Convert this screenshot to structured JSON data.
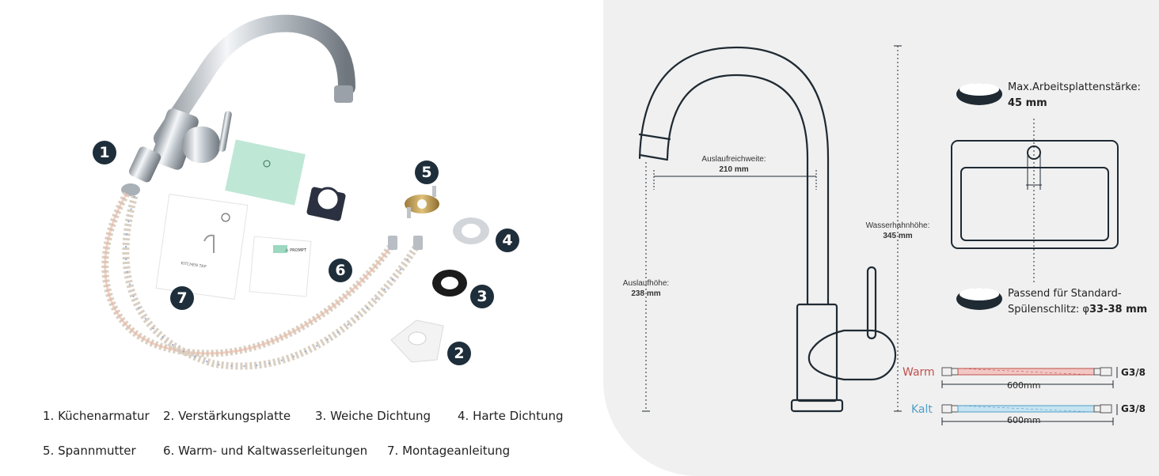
{
  "legend": {
    "item1": "1. Küchenarmatur",
    "item2": "2. Verstärkungsplatte",
    "item3": "3. Weiche Dichtung",
    "item4": "4. Harte Dichtung",
    "item5": "5. Spannmutter",
    "item6": "6. Warm- und Kaltwasserleitungen",
    "item7": "7. Montageanleitung"
  },
  "badges": [
    "1",
    "2",
    "3",
    "4",
    "5",
    "6",
    "7"
  ],
  "dimensions": {
    "reach_label": "Auslaufreichweite:",
    "reach_value": "210 mm",
    "height_label": "Wasserhahnhöhe:",
    "height_value": "345 mm",
    "spout_label": "Auslaufhöhe:",
    "spout_value": "238 mm"
  },
  "specs": {
    "countertop_label": "Max.Arbeitsplattenstärke:",
    "countertop_value": "45 mm",
    "sink_hole_line1": "Passend für Standard-",
    "sink_hole_line2_prefix": "Spülenschlitz: φ",
    "sink_hole_value": "33-38 mm"
  },
  "hoses": {
    "warm_label": "Warm",
    "cold_label": "Kalt",
    "warm_length": "600mm",
    "cold_length": "600mm",
    "warm_thread": "G3/8",
    "cold_thread": "G3/8"
  },
  "manual": {
    "kitchen_tap_text": "KITCHEN TAP",
    "prompt_text": "⚠ PROMPT"
  },
  "colors": {
    "badge": "#1e2e3a",
    "warm": "#c0504d",
    "cold": "#4f9fc8",
    "panel": "#f0f0f0"
  }
}
